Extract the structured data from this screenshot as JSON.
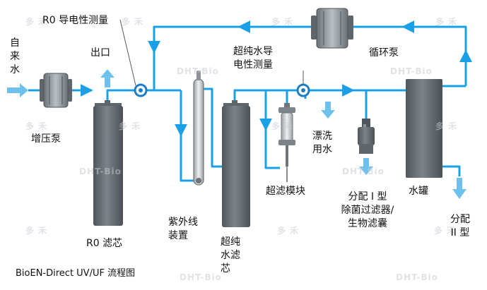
{
  "labels": {
    "tap_water": "自\n来\n水",
    "booster_pump": "增压泵",
    "outlet": "出口",
    "ro_conductivity": "R0 导电性测量",
    "ro_filter": "R0 滤芯",
    "uv_device": "紫外线\n装置",
    "ultrapure_conductivity": "超纯水导\n电性测量",
    "ultrapure_filter": "超纯\n水滤\n芯",
    "rinse_water": "漂洗\n用水",
    "uf_module": "超滤模块",
    "dispense_type1": "分配 I 型\n除菌过滤器/\n生物滤囊",
    "tank": "水罐",
    "dispense_type2": "分配\nII 型",
    "circulation_pump": "循环泵",
    "caption": "BioEN-Direct UV/UF 流程图"
  },
  "watermarks": [
    "多 禾",
    "DHT-Bio"
  ],
  "colors": {
    "pipe": "#1aa0e6",
    "arrow_light": "#6cc2ec",
    "device_dark": "#5e656b",
    "device_mid": "#8d9399",
    "device_light": "#c4c8cc"
  }
}
